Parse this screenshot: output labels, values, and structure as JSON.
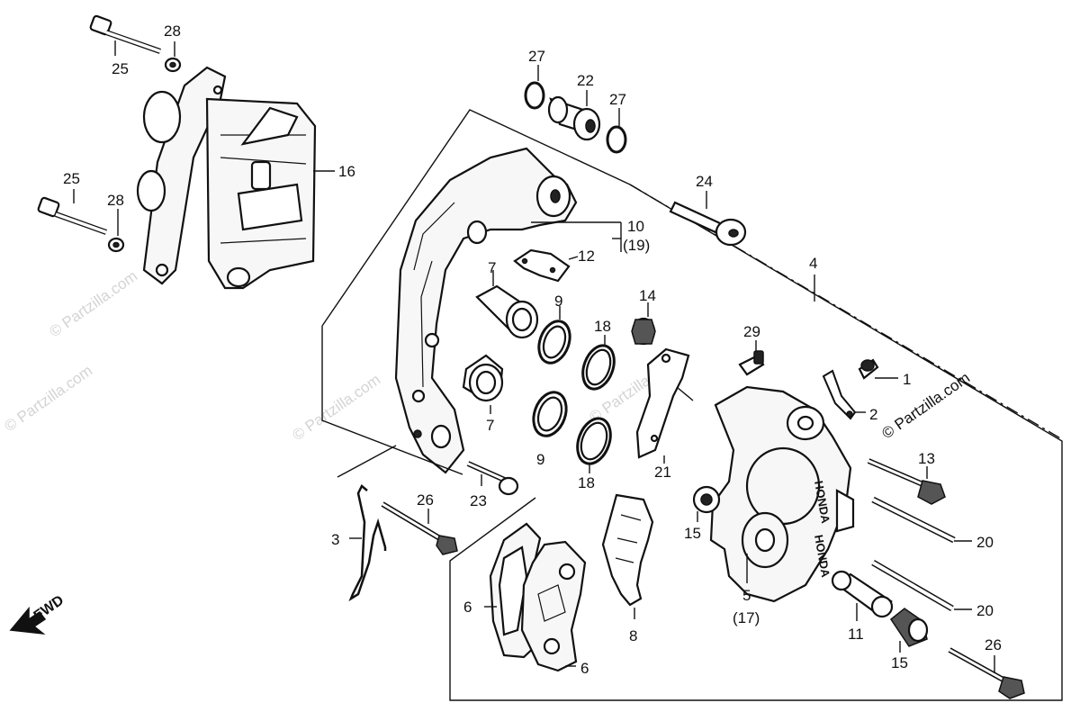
{
  "watermarks": [
    "© Partzilla.com",
    "© Partzilla.com",
    "© Partzilla.com",
    "© Partzilla.com",
    "© Partzilla.com"
  ],
  "fwd_label": "FWD",
  "callouts": {
    "c1": "1",
    "c2": "2",
    "c3": "3",
    "c4": "4",
    "c5": "5",
    "c5b": "(17)",
    "c6a": "6",
    "c6b": "6",
    "c7a": "7",
    "c7b": "7",
    "c8": "8",
    "c9a": "9",
    "c9b": "9",
    "c10": "10",
    "c10b": "(19)",
    "c11": "11",
    "c12": "12",
    "c13": "13",
    "c14": "14",
    "c15a": "15",
    "c15b": "15",
    "c16": "16",
    "c18a": "18",
    "c18b": "18",
    "c20a": "20",
    "c20b": "20",
    "c21": "21",
    "c22": "22",
    "c23": "23",
    "c24": "24",
    "c25a": "25",
    "c25b": "25",
    "c26a": "26",
    "c26b": "26",
    "c27a": "27",
    "c27b": "27",
    "c28a": "28",
    "c28b": "28",
    "c29": "29"
  },
  "caliper_stamp": "HONDA"
}
